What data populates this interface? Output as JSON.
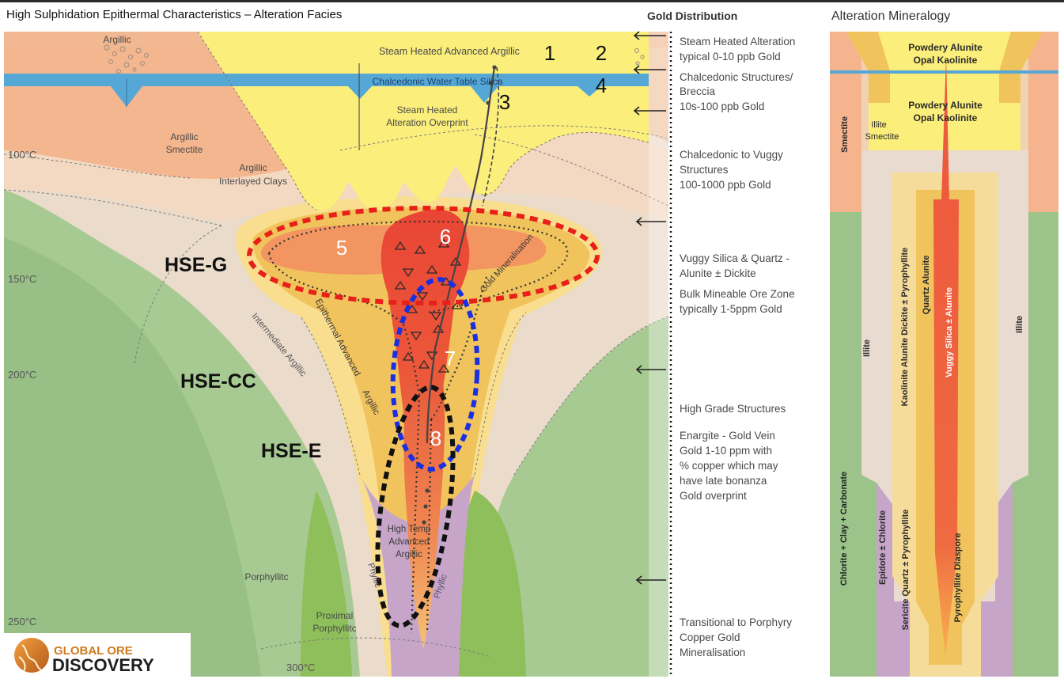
{
  "title": "High Sulphidation Epithermal Characteristics – Alteration Facies",
  "gold_header": "Gold Distribution",
  "mineralogy_header": "Alteration Mineralogy",
  "zones": {
    "argillic_top": "Argillic",
    "steam_heated_advanced_argillic": "Steam Heated Advanced Argillic",
    "chalcedonic_water_table_silica": "Chalcedonic Water Table Silica",
    "steam_heated_l1": "Steam Heated",
    "steam_heated_l2": "Alteration Overprint",
    "argillic_smectite_l1": "Argillic",
    "argillic_smectite_l2": "Smectite",
    "argillic_interlayered_l1": "Argillic",
    "argillic_interlayered_l2": "Interlayed Clays",
    "gold_mineralisation": "Gold Mineralisation",
    "epithermal_advanced_argillic_l1": "Epithermal Advanced",
    "epithermal_advanced_argillic_l2": "Argillic",
    "intermediate_argillic": "Intermediate Argillic",
    "high_temp_l1": "High Temp",
    "high_temp_l2": "Advanced",
    "high_temp_l3": "Argillic",
    "porphyllitc": "Porphyllitc",
    "proximal_l1": "Proximal",
    "proximal_l2": "Porphyllitc",
    "phyllic_left": "Phyllic",
    "phyllic_right": "Phyllic"
  },
  "temperatures": [
    "100°C",
    "150°C",
    "200°C",
    "250°C",
    "300°C"
  ],
  "numbers": [
    "1",
    "2",
    "3",
    "4",
    "5",
    "6",
    "7",
    "8"
  ],
  "hse_labels": {
    "g": "HSE-G",
    "cc": "HSE-CC",
    "e": "HSE-E"
  },
  "gold_distribution": [
    [
      "Steam Heated Alteration",
      "typical 0-10 ppb Gold"
    ],
    [
      "Chalcedonic Structures/",
      "Breccia",
      "10s-100 ppb Gold"
    ],
    [
      "Chalcedonic to Vuggy",
      "Structures",
      "100-1000 ppb Gold"
    ],
    [
      "Vuggy Silica & Quartz -",
      "Alunite ± Dickite"
    ],
    [
      "Bulk Mineable Ore Zone",
      "typically 1-5ppm Gold"
    ],
    [
      "High Grade Structures"
    ],
    [
      "Enargite - Gold Vein",
      "Gold 1-10 ppm with",
      "% copper which may",
      "have late bonanza",
      "Gold overprint"
    ],
    [
      "Transitional to Porphyry",
      "Copper Gold",
      "Mineralisation"
    ]
  ],
  "mineralogy": {
    "top1": "Powdery Alunite",
    "top2": "Opal Kaolinite",
    "mid1": "Powdery Alunite",
    "mid2": "Opal Kaolinite",
    "illite_smectite1": "Illite",
    "illite_smectite2": "Smectite",
    "smectite": "Smectite",
    "illite_left": "Illite",
    "illite_right": "Illite",
    "kaolinite": "Kaolinite Alunite Dickite ± Pyrophyllite",
    "quartz_alunite": "Quartz Alunite",
    "vuggy_silica": "Vuggy Silica ± Alunite",
    "chlorite": "Chlorite + Clay + Carbonate",
    "epidote": "Epidote ± Chlorite",
    "sericite": "Sericite Quartz ± Pyrophyllite",
    "pyrophyllite": "Pyrophyllite Diaspore"
  },
  "logo": {
    "line1": "GLOBAL ORE",
    "line2": "DISCOVERY"
  },
  "colors": {
    "argillic_orange": "#f5b48a",
    "argillic_light": "#f7d6b8",
    "yellow": "#fbee79",
    "blue_band": "#4ea6d9",
    "green": "#9cc488",
    "green_dark": "#7fb069",
    "tan": "#e9d6c4",
    "red": "#e8443a",
    "purple": "#c8a8c8",
    "hse_g_outline": "#e8201a",
    "hse_cc_outline": "#1a2fe0",
    "hse_e_outline": "#111111"
  }
}
